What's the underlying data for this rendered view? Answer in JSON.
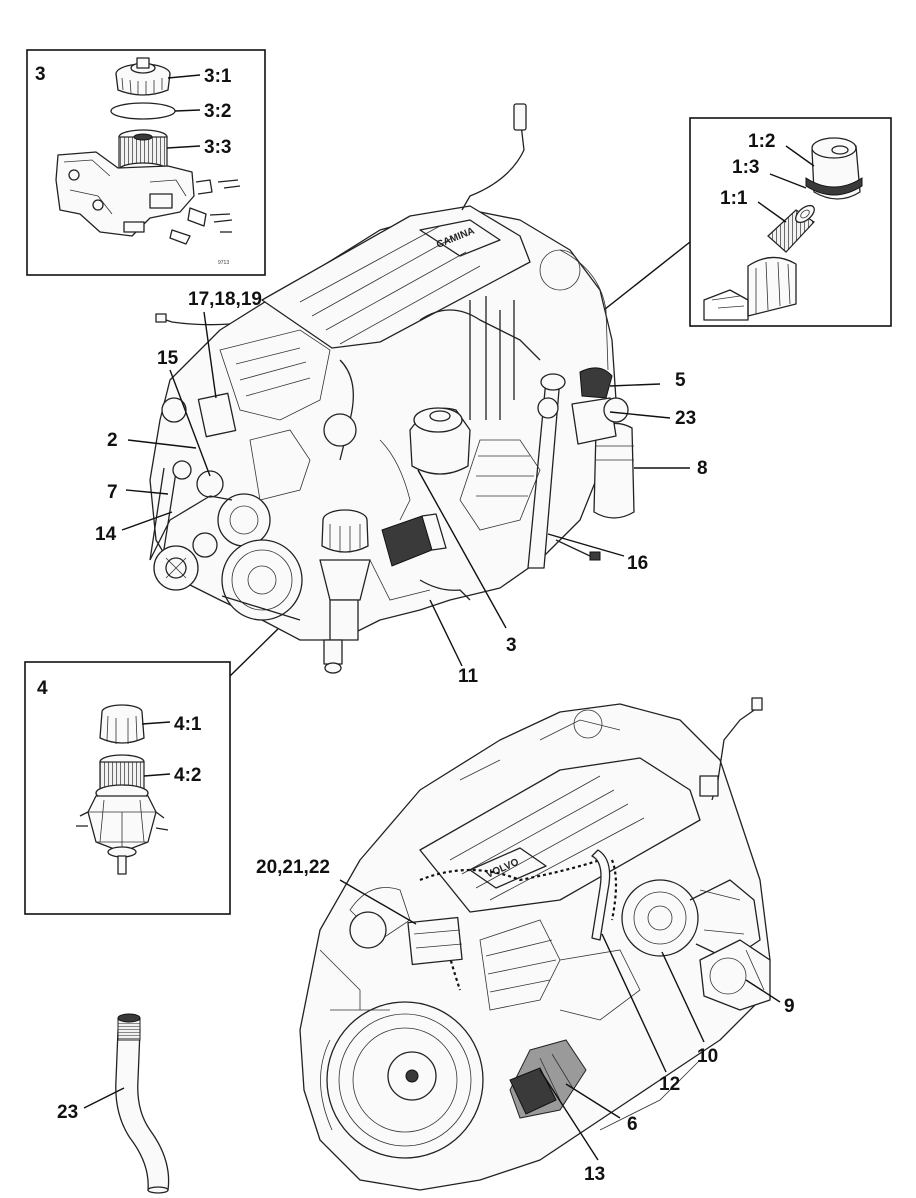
{
  "diagram": {
    "callouts": {
      "c_5": "5",
      "c_23_top": "23",
      "c_8": "8",
      "c_16": "16",
      "c_3": "3",
      "c_11": "11",
      "c_2": "2",
      "c_7": "7",
      "c_14": "14",
      "c_15": "15",
      "c_17_18_19": "17,18,19",
      "c_20_21_22": "20,21,22",
      "c_9": "9",
      "c_10": "10",
      "c_12": "12",
      "c_6": "6",
      "c_13": "13",
      "c_23_hose": "23"
    },
    "inset_3": {
      "title": "3",
      "c_3_1": "3:1",
      "c_3_2": "3:2",
      "c_3_3": "3:3",
      "ref_code": "9713"
    },
    "inset_1": {
      "c_1_2": "1:2",
      "c_1_3": "1:3",
      "c_1_1": "1:1"
    },
    "inset_4": {
      "title": "4",
      "c_4_1": "4:1",
      "c_4_2": "4:2"
    },
    "engine_top": {
      "cover_text": "CAMINA"
    },
    "engine_bottom": {
      "cover_text": "VOLVO"
    }
  }
}
